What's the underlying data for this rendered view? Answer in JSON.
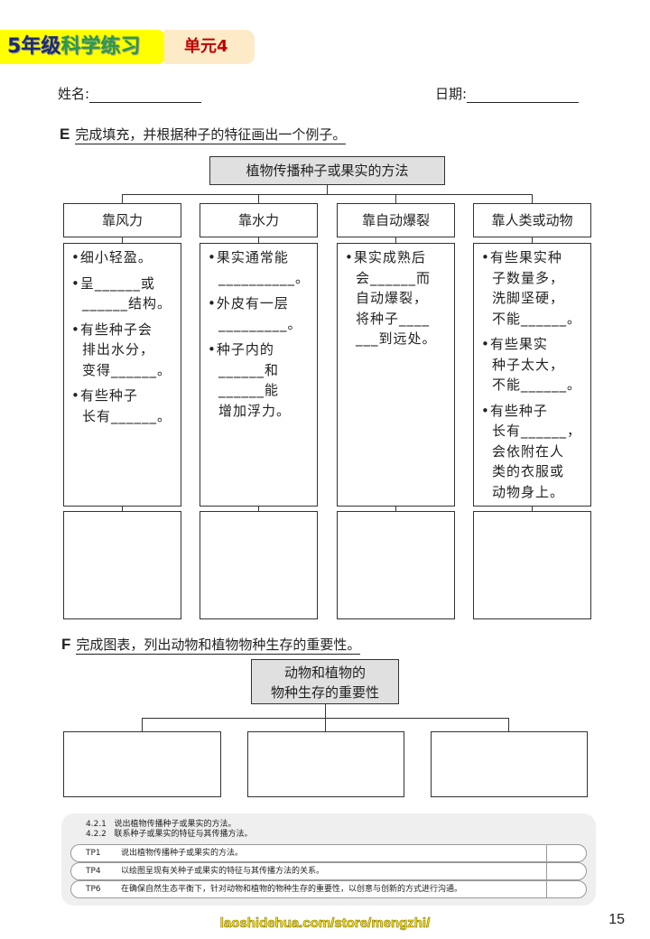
{
  "header": {
    "grade_a": "5年级",
    "grade_b": "科学练习",
    "unit": "单元4"
  },
  "student": {
    "name_label": "姓名:",
    "date_label": "日期:"
  },
  "sectionE": {
    "letter": "E",
    "instruction": "完成填充，并根据种子的特征画出一个例子。",
    "title": "植物传播种子或果实的方法",
    "columns": [
      {
        "heading": "靠风力",
        "items": [
          "细小轻盈。",
          "呈______或\n______结构。",
          "有些种子会\n排出水分，\n变得______。",
          "有些种子\n长有______。"
        ]
      },
      {
        "heading": "靠水力",
        "items": [
          "果实通常能\n__________。",
          "外皮有一层\n_________。",
          "种子内的\n______和\n______能\n增加浮力。"
        ]
      },
      {
        "heading": "靠自动爆裂",
        "items": [
          "果实成熟后\n会______而\n自动爆裂，\n将种子____\n___到远处。"
        ]
      },
      {
        "heading": "靠人类或动物",
        "items": [
          "有些果实种\n子数量多，\n洗脚坚硬，\n不能______。",
          "有些果实\n种子太大，\n不能______。",
          "有些种子\n长有______，\n会依附在人\n类的衣服或\n动物身上。"
        ]
      }
    ]
  },
  "sectionF": {
    "letter": "F",
    "instruction": "完成图表，列出动物和植物物种生存的重要性。",
    "title_line1": "动物和植物的",
    "title_line2": "物种生存的重要性"
  },
  "objectives": {
    "items": [
      {
        "code": "4.2.1",
        "text": "说出植物传播种子或果实的方法。"
      },
      {
        "code": "4.2.2",
        "text": "联系种子或果实的特征与其传播方法。"
      }
    ],
    "tp": [
      {
        "code": "TP1",
        "text": "说出植物传播种子或果实的方法。"
      },
      {
        "code": "TP4",
        "text": "以绘图呈现有关种子或果实的特征与其传播方法的关系。"
      },
      {
        "code": "TP6",
        "text": "在确保自然生态平衡下，针对动物和植物的物种生存的重要性，以创意与创新的方式进行沟通。"
      }
    ]
  },
  "footer": {
    "watermark": "laoshidehua.com/store/mengzhi/",
    "page": "15"
  }
}
